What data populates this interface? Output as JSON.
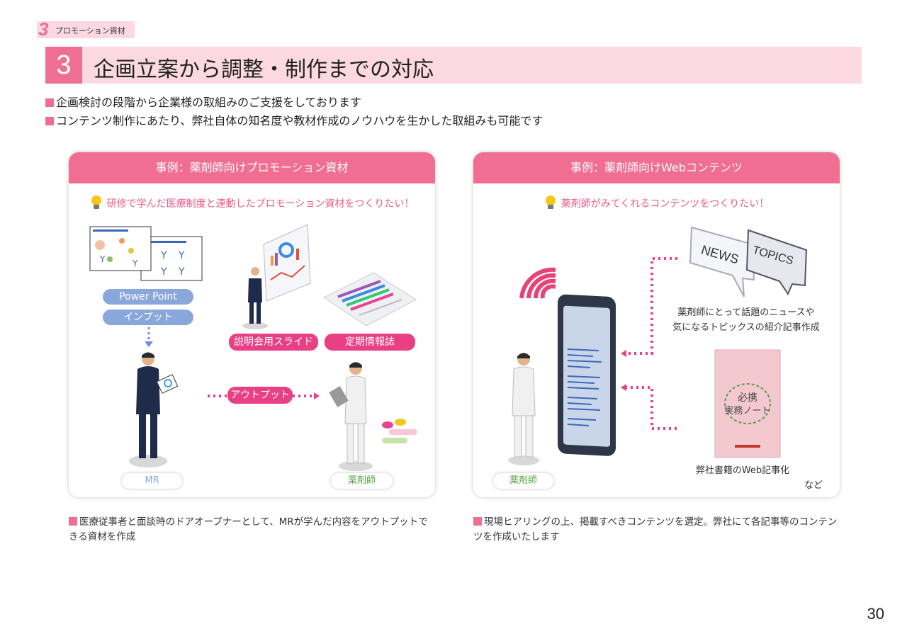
{
  "section_tag": {
    "number": "3",
    "label": "プロモーション資材"
  },
  "title": {
    "number": "3",
    "text": "企画立案から調整・制作までの対応"
  },
  "bullets": [
    "企画検討の段階から企業様の取組みのご支援をしております",
    "コンテンツ制作にあたり、弊社自体の知名度や教材作成のノウハウを生かした取組みも可能です"
  ],
  "left_card": {
    "header": "事例：薬剤師向けプロモーション資材",
    "subtitle": "研修で学んだ医療制度と連動したプロモーション資材をつくりたい！",
    "power_point": "Power Point",
    "input": "インプット",
    "slide_label": "説明会用スライド",
    "periodic_label": "定期情報誌",
    "output": "アウトプット",
    "mr": "MR",
    "pharmacist": "薬剤師"
  },
  "right_card": {
    "header": "事例：薬剤師向けWebコンテンツ",
    "subtitle": "薬剤師がみてくれるコンテンツをつくりたい！",
    "news": "NEWS",
    "topics": "TOPICS",
    "news_caption_1": "薬剤師にとって話題のニュースや",
    "news_caption_2": "気になるトピックスの紹介記事作成",
    "book_caption": "弊社書籍のWeb記事化",
    "etc": "など",
    "pharmacist": "薬剤師",
    "book_title_1": "必携",
    "book_title_2": "実務ノート"
  },
  "notes": {
    "left": "医療従事者と面談時のドアオープナーとして、MRが学んだ内容をアウトプットできる資材を作成",
    "right": "現場ヒアリングの上、掲載すべきコンテンツを選定。弊社にて各記事等のコンテンツを作成いたします"
  },
  "page_number": "30",
  "colors": {
    "pink": "#ef6f93",
    "light_pink": "#fcd9e2",
    "magenta": "#e93f84",
    "blue_pill": "#8aa7dc"
  }
}
